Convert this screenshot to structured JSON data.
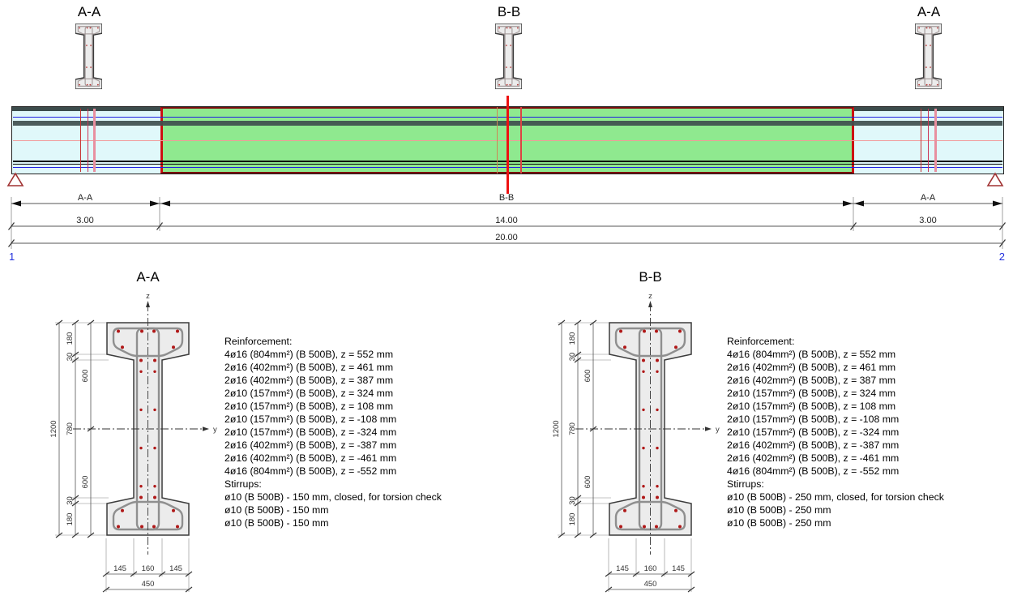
{
  "top_icons": [
    {
      "label": "A-A"
    },
    {
      "label": "B-B"
    },
    {
      "label": "A-A"
    }
  ],
  "elevation": {
    "zones": [
      {
        "label": "A-A",
        "length": "3.00"
      },
      {
        "label": "B-B",
        "length": "14.00"
      },
      {
        "label": "A-A",
        "length": "3.00"
      }
    ],
    "total_length": "20.00",
    "node_start": "1",
    "node_end": "2",
    "colors": {
      "outer_zone": "#e0f8fa",
      "middle_zone": "#8fe98f",
      "middle_border": "#7a0c0c",
      "cut_line": "#ee1111",
      "support": "#a03232"
    }
  },
  "sections": [
    {
      "title": "A-A",
      "axis_z": "z",
      "axis_y": "y",
      "dims": {
        "h1200": "1200",
        "h780": "780",
        "h600a": "600",
        "h600b": "600",
        "h180a": "180",
        "h30a": "30",
        "h30b": "30",
        "h180b": "180",
        "w145a": "145",
        "w160": "160",
        "w145b": "145",
        "w450": "450"
      },
      "reinforcement_header": "Reinforcement:",
      "rebar_lines": [
        "4ø16 (804mm²) (B 500B), z = 552 mm",
        "2ø16 (402mm²) (B 500B), z = 461 mm",
        "2ø16 (402mm²) (B 500B), z = 387 mm",
        "2ø10 (157mm²) (B 500B), z = 324 mm",
        "2ø10 (157mm²) (B 500B), z = 108 mm",
        "2ø10 (157mm²) (B 500B), z = -108 mm",
        "2ø10 (157mm²) (B 500B), z = -324 mm",
        "2ø16 (402mm²) (B 500B), z = -387 mm",
        "2ø16 (402mm²) (B 500B), z = -461 mm",
        "4ø16 (804mm²) (B 500B), z = -552 mm"
      ],
      "stirrups_header": "Stirrups:",
      "stirrup_lines": [
        "ø10 (B 500B) - 150 mm, closed, for torsion check",
        "ø10 (B 500B) - 150 mm",
        "ø10 (B 500B) - 150 mm"
      ]
    },
    {
      "title": "B-B",
      "axis_z": "z",
      "axis_y": "y",
      "dims": {
        "h1200": "1200",
        "h780": "780",
        "h600a": "600",
        "h600b": "600",
        "h180a": "180",
        "h30a": "30",
        "h30b": "30",
        "h180b": "180",
        "w145a": "145",
        "w160": "160",
        "w145b": "145",
        "w450": "450"
      },
      "reinforcement_header": "Reinforcement:",
      "rebar_lines": [
        "4ø16 (804mm²) (B 500B), z = 552 mm",
        "2ø16 (402mm²) (B 500B), z = 461 mm",
        "2ø16 (402mm²) (B 500B), z = 387 mm",
        "2ø10 (157mm²) (B 500B), z = 324 mm",
        "2ø10 (157mm²) (B 500B), z = 108 mm",
        "2ø10 (157mm²) (B 500B), z = -108 mm",
        "2ø10 (157mm²) (B 500B), z = -324 mm",
        "2ø16 (402mm²) (B 500B), z = -387 mm",
        "2ø16 (402mm²) (B 500B), z = -461 mm",
        "4ø16 (804mm²) (B 500B), z = -552 mm"
      ],
      "stirrups_header": "Stirrups:",
      "stirrup_lines": [
        "ø10 (B 500B) - 250 mm, closed, for torsion check",
        "ø10 (B 500B) - 250 mm",
        "ø10 (B 500B) - 250 mm"
      ]
    }
  ]
}
